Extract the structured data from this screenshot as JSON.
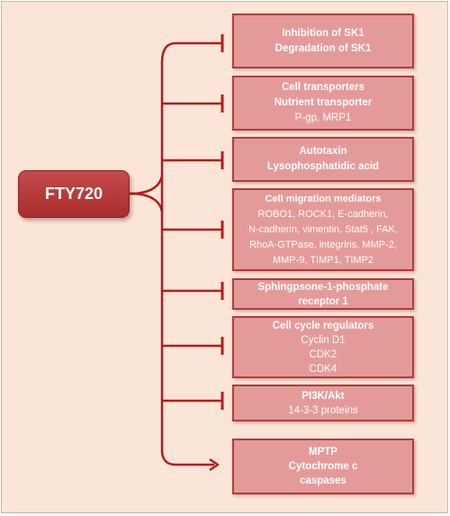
{
  "main": {
    "label": "FTY720"
  },
  "targets": [
    {
      "relation": "inhibit",
      "lines": [
        {
          "text": "Inhibition of SK1",
          "bold": true
        },
        {
          "text": "Degradation of SK1",
          "bold": true
        }
      ]
    },
    {
      "relation": "inhibit",
      "lines": [
        {
          "text": "Cell transporters",
          "bold": true
        },
        {
          "text": "Nutrient transporter",
          "bold": true
        },
        {
          "text": "P-gp, MRP1",
          "bold": false
        }
      ]
    },
    {
      "relation": "inhibit",
      "lines": [
        {
          "text": "Autotaxin",
          "bold": true
        },
        {
          "text": "Lysophosphatidic acid",
          "bold": true
        }
      ]
    },
    {
      "relation": "inhibit",
      "lines": [
        {
          "text": "Cell migration mediators",
          "bold": true
        },
        {
          "text": "ROBO1, ROCK1, E-cadherin,",
          "bold": false
        },
        {
          "text": "N-cadherin, vimentin, Stat5 , FAK,",
          "bold": false
        },
        {
          "text": "RhoA-GTPase, integrins. MMP-2,",
          "bold": false
        },
        {
          "text": "MMP-9, TIMP1, TIMP2",
          "bold": false
        }
      ]
    },
    {
      "relation": "inhibit",
      "lines": [
        {
          "text": "Sphingpsone-1-phosphate",
          "bold": true
        },
        {
          "text": "receptor 1",
          "bold": true
        }
      ]
    },
    {
      "relation": "inhibit",
      "lines": [
        {
          "text": "Cell cycle regulators",
          "bold": true
        },
        {
          "text": "Cyclin D1",
          "bold": false
        },
        {
          "text": "CDK2",
          "bold": false
        },
        {
          "text": "CDK4",
          "bold": false
        }
      ]
    },
    {
      "relation": "inhibit",
      "lines": [
        {
          "text": "PI3K/Akt",
          "bold": true
        },
        {
          "text": "14-3-3 proteins",
          "bold": false
        }
      ]
    },
    {
      "relation": "activate",
      "lines": [
        {
          "text": "MPTP",
          "bold": true
        },
        {
          "text": "Cytochrome c",
          "bold": true
        },
        {
          "text": "caspases",
          "bold": true
        }
      ]
    }
  ],
  "colors": {
    "background": "#fbe5d6",
    "main_fill": "#b83a3a",
    "box_fill": "#e59a9a",
    "box_border": "#b13b3b",
    "connector": "#b01e1e"
  }
}
